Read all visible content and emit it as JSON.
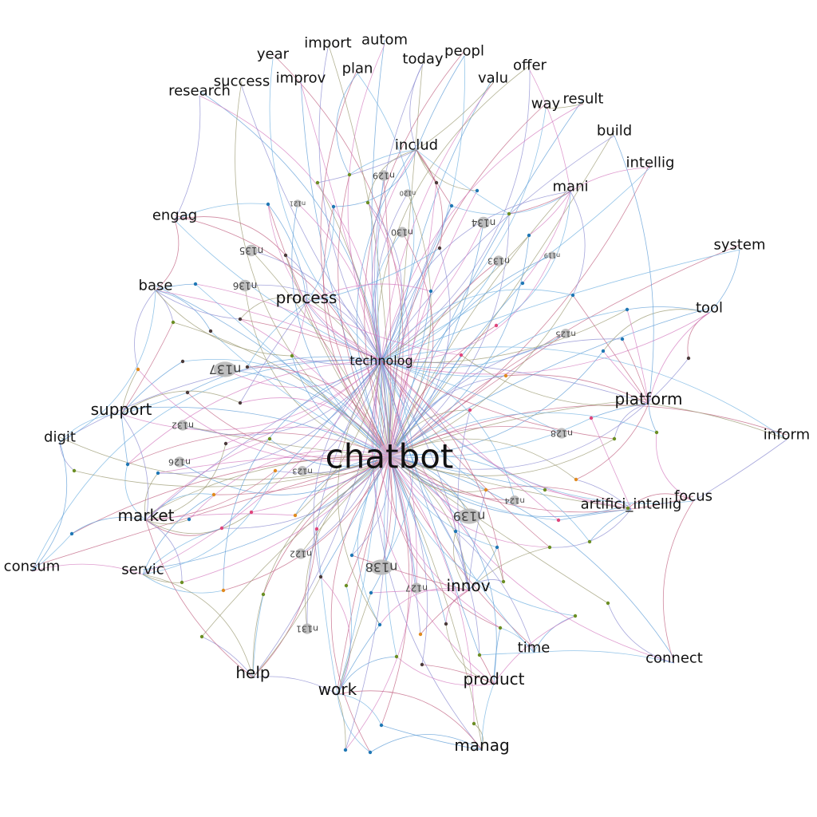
{
  "diagram": {
    "center": {
      "id": "chatbot",
      "label": "chatbot"
    },
    "hub2": {
      "id": "technolog",
      "label": "technolog"
    },
    "words": [
      {
        "id": "research",
        "label": "research"
      },
      {
        "id": "success",
        "label": "success"
      },
      {
        "id": "year",
        "label": "year"
      },
      {
        "id": "improv",
        "label": "improv"
      },
      {
        "id": "import",
        "label": "import"
      },
      {
        "id": "plan",
        "label": "plan"
      },
      {
        "id": "autom",
        "label": "autom"
      },
      {
        "id": "today",
        "label": "today"
      },
      {
        "id": "peopl",
        "label": "peopl"
      },
      {
        "id": "valu",
        "label": "valu"
      },
      {
        "id": "offer",
        "label": "offer"
      },
      {
        "id": "way",
        "label": "way"
      },
      {
        "id": "result",
        "label": "result"
      },
      {
        "id": "build",
        "label": "build"
      },
      {
        "id": "intellig_top",
        "label": "intellig"
      },
      {
        "id": "includ",
        "label": "includ"
      },
      {
        "id": "mani",
        "label": "mani"
      },
      {
        "id": "engag",
        "label": "engag"
      },
      {
        "id": "base",
        "label": "base"
      },
      {
        "id": "process",
        "label": "process"
      },
      {
        "id": "system",
        "label": "system"
      },
      {
        "id": "tool",
        "label": "tool"
      },
      {
        "id": "platform",
        "label": "platform"
      },
      {
        "id": "inform",
        "label": "inform"
      },
      {
        "id": "support",
        "label": "support"
      },
      {
        "id": "digit",
        "label": "digit"
      },
      {
        "id": "focus",
        "label": "focus"
      },
      {
        "id": "artifici_intellig",
        "label": "artifici_intellig"
      },
      {
        "id": "market",
        "label": "market"
      },
      {
        "id": "consum",
        "label": "consum"
      },
      {
        "id": "servic",
        "label": "servic"
      },
      {
        "id": "innov",
        "label": "innov"
      },
      {
        "id": "time",
        "label": "time"
      },
      {
        "id": "connect",
        "label": "connect"
      },
      {
        "id": "help",
        "label": "help"
      },
      {
        "id": "work",
        "label": "work"
      },
      {
        "id": "product",
        "label": "product"
      },
      {
        "id": "manag",
        "label": "manag"
      }
    ],
    "id_nodes": [
      {
        "id": "n129",
        "label": "n129"
      },
      {
        "id": "n121",
        "label": "n121"
      },
      {
        "id": "n120",
        "label": "n120"
      },
      {
        "id": "n130",
        "label": "n130"
      },
      {
        "id": "n134",
        "label": "n134"
      },
      {
        "id": "n135",
        "label": "n135"
      },
      {
        "id": "n133",
        "label": "n133"
      },
      {
        "id": "n119",
        "label": "n119"
      },
      {
        "id": "n136",
        "label": "n136"
      },
      {
        "id": "n125",
        "label": "n125"
      },
      {
        "id": "n137",
        "label": "n137"
      },
      {
        "id": "n132",
        "label": "n132"
      },
      {
        "id": "n128",
        "label": "n128"
      },
      {
        "id": "n126",
        "label": "n126"
      },
      {
        "id": "n123",
        "label": "n123"
      },
      {
        "id": "n124",
        "label": "n124"
      },
      {
        "id": "n139",
        "label": "n139"
      },
      {
        "id": "n122",
        "label": "n122"
      },
      {
        "id": "n138",
        "label": "n138"
      },
      {
        "id": "n127",
        "label": "n127"
      },
      {
        "id": "n131",
        "label": "n131"
      }
    ],
    "edge_colors": [
      "#5b9bd5",
      "#d47bbf",
      "#9a9870",
      "#8a8ad0",
      "#c06080",
      "#6fb0e0"
    ],
    "dot_colors": {
      "blue": "#1f77b4",
      "olive": "#6b8e23",
      "dark": "#4a3a3a",
      "orange": "#e08a1e",
      "pink": "#e0457b",
      "gray": "#b8b8b8"
    }
  }
}
